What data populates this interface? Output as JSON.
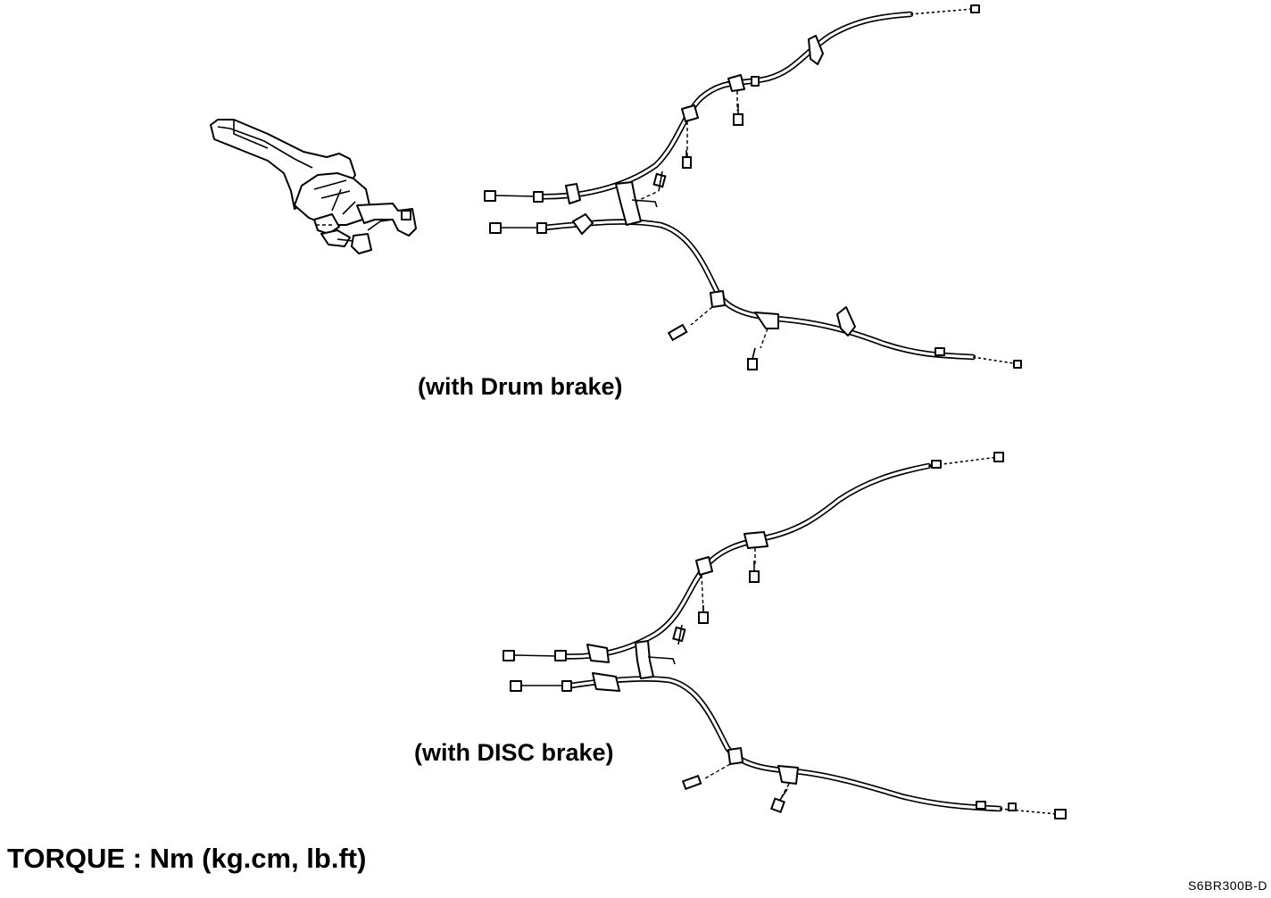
{
  "figure": {
    "drum_caption": "(with Drum brake)",
    "disc_caption": "(with DISC brake)",
    "torque_note": "TORQUE : Nm (kg.cm, lb.ft)",
    "figure_code": "S6BR300B-D"
  },
  "colors": {
    "ink": "#000000",
    "paper": "#ffffff"
  }
}
